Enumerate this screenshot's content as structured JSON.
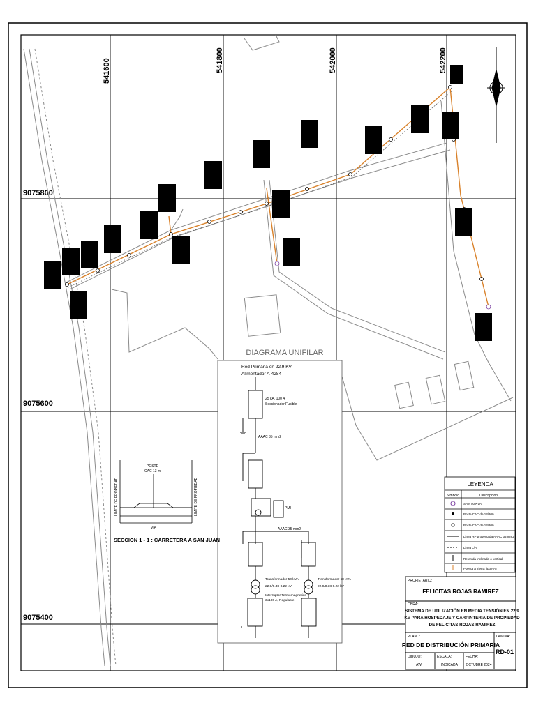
{
  "grid": {
    "x_labels": [
      "541600",
      "541800",
      "542000",
      "542200"
    ],
    "y_labels": [
      "9075800",
      "9075600",
      "9075400"
    ]
  },
  "unifilar": {
    "title": "DIAGRAMA UNIFILAR",
    "supply_line1": "Red Primaria en 22.9 KV",
    "supply_line2": "Alimentador A-4284",
    "switch_label1": "25 kA, 100 A",
    "switch_label2": "Seccionador Fusible",
    "aac_label": "AAAC 35 mm2",
    "meter_label": "PMI",
    "bus_label": "AAAC 35 mm2",
    "tr1_label": "Transformador 50 kVA",
    "tr1_ratio": "22.9/0.38-0.22 kV",
    "tr2_label": "Transformador 50 kVA",
    "tr2_ratio": "22.9/0.38-0.22 kV",
    "breaker_label": "Interruptor Termomagnetico",
    "breaker_sub": "3x100 A, Regulable"
  },
  "section": {
    "pole_label": "POSTE",
    "pole_sub": "CAC 13 m",
    "left_limit": "LIMITE DE PROPIEDAD",
    "right_limit": "LIMITE DE PROPIEDAD",
    "caption": "SECCION 1 - 1 : CARRETERA A SAN JUAN",
    "via_label": "VIA"
  },
  "legend": {
    "title": "LEYENDA",
    "col_symbol": "Simbolo",
    "col_desc": "Descripcion",
    "items": [
      "SAM 50 KVA",
      "Poste CAC de 13/300",
      "Poste CAC de 13/300",
      "Linea RP proyectada AAAC 35 mm2",
      "Linea L/A",
      "Retenida inclinada o vertical",
      "Puesta a Tierra tipo PAT"
    ]
  },
  "title_block": {
    "owner_label": "PROPIETARIO:",
    "owner": "FELICITAS ROJAS RAMIREZ",
    "work_label": "OBRA:",
    "work_line1": "SISTEMA DE UTILIZACIÓN EN MEDIA TENSIÓN EN 22.9",
    "work_line2": "KV PARA HOSPEDAJE Y CARPINTERIA DE PROPIEDAD",
    "work_line3": "DE FELICITAS ROJAS RAMIREZ",
    "plan_label": "PLANO:",
    "plan": "RED DE DISTRIBUCIÓN PRIMARIA",
    "sheet_label": "LAMINA:",
    "sheet": "RD-01",
    "drawn_label": "DIBUJO:",
    "drawn": "AW",
    "scale_label": "ESCALA:",
    "scale": "INDICADA",
    "date_label": "FECHA:",
    "date": "OCTUBRE 2024"
  }
}
